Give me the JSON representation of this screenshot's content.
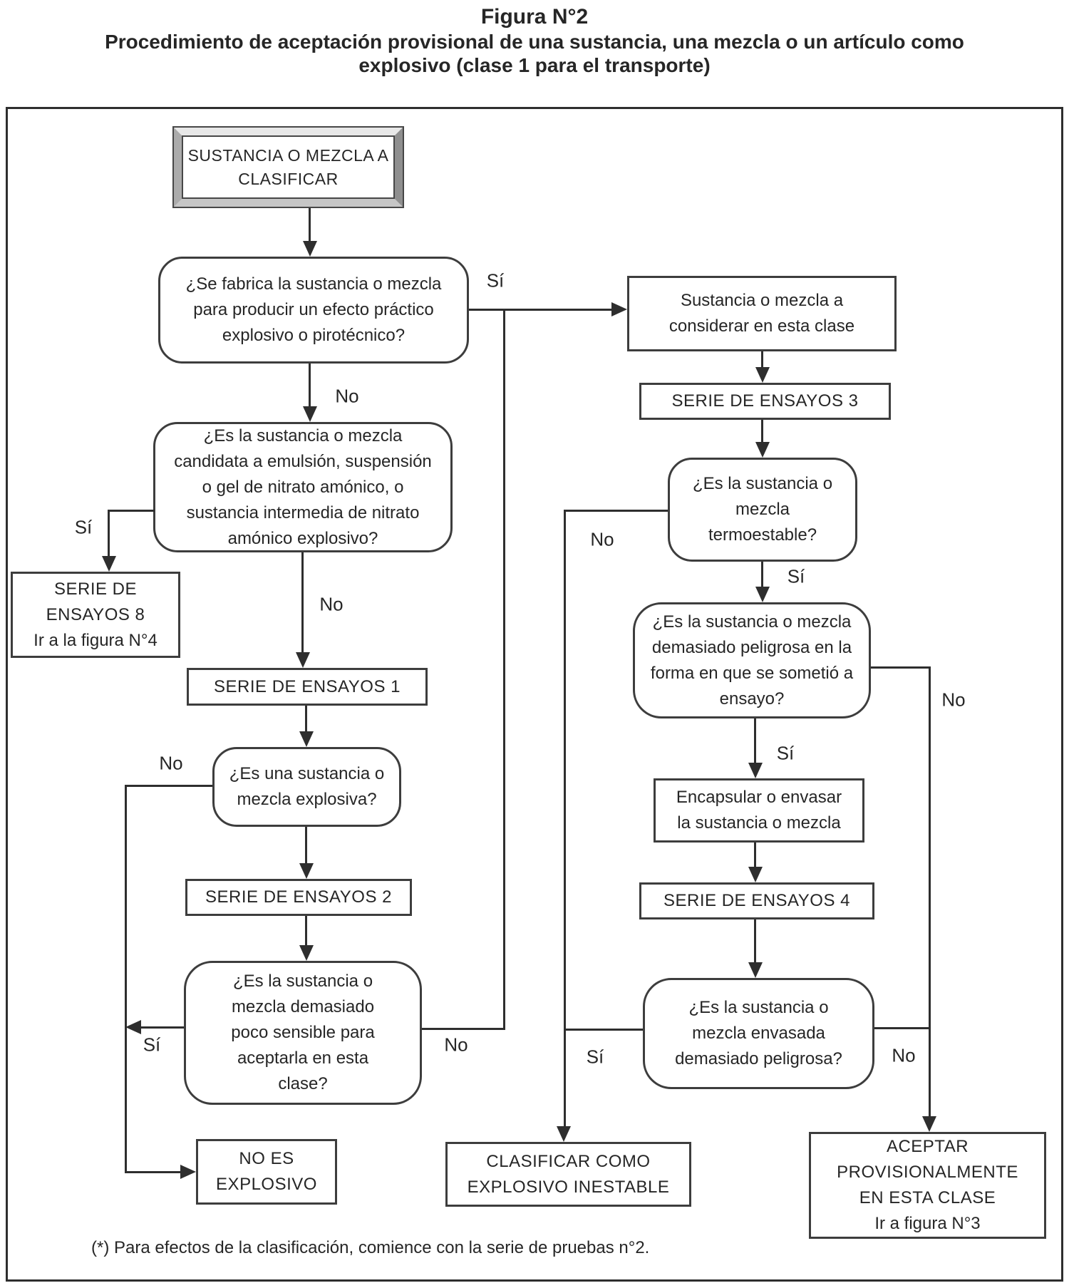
{
  "title": {
    "figure": "Figura N°2",
    "subtitle_line1": "Procedimiento de aceptación provisional de una sustancia, una mezcla o un artículo como",
    "subtitle_line2": "explosivo (clase 1 para el transporte)"
  },
  "labels": {
    "yes": "Sí",
    "no": "No"
  },
  "nodes": {
    "start": {
      "type": "terminator",
      "label": "SUSTANCIA O MEZCLA A CLASIFICAR"
    },
    "d1": {
      "type": "decision",
      "label": "¿Se fabrica la sustancia o mezcla para producir un efecto práctico explosivo o pirotécnico?"
    },
    "d2": {
      "type": "decision",
      "label": "¿Es la sustancia o mezcla candidata a emulsión, suspensión o gel de nitrato amónico, o sustancia intermedia de nitrato amónico explosivo?"
    },
    "serie8": {
      "type": "process",
      "label": "SERIE DE ENSAYOS 8",
      "sublabel": "Ir a la figura N°4"
    },
    "serie1": {
      "type": "process",
      "label": "SERIE DE ENSAYOS 1"
    },
    "d3": {
      "type": "decision",
      "label": "¿Es una sustancia o mezcla explosiva?"
    },
    "serie2": {
      "type": "process",
      "label": "SERIE DE ENSAYOS 2"
    },
    "d4": {
      "type": "decision",
      "label": "¿Es la sustancia o mezcla demasiado poco sensible para aceptarla en esta clase?"
    },
    "no_explosivo": {
      "type": "process",
      "label": "NO ES EXPLOSIVO"
    },
    "considerar": {
      "type": "process",
      "label": "Sustancia o mezcla a considerar en esta clase"
    },
    "serie3": {
      "type": "process",
      "label": "SERIE DE ENSAYOS 3"
    },
    "d5": {
      "type": "decision",
      "label": "¿Es la sustancia o mezcla termoestable?"
    },
    "d6": {
      "type": "decision",
      "label": "¿Es la sustancia o mezcla demasiado peligrosa en la forma en que se sometió a ensayo?"
    },
    "encapsular": {
      "type": "process",
      "label": "Encapsular o envasar la sustancia o mezcla"
    },
    "serie4": {
      "type": "process",
      "label": "SERIE DE ENSAYOS 4"
    },
    "d7": {
      "type": "decision",
      "label": "¿Es la sustancia o mezcla envasada demasiado peligrosa?"
    },
    "clasificar_inestable": {
      "type": "process",
      "label": "CLASIFICAR COMO EXPLOSIVO INESTABLE"
    },
    "aceptar": {
      "type": "process",
      "label": "ACEPTAR PROVISIONALMENTE EN ESTA CLASE",
      "sublabel": "Ir a figura N°3"
    }
  },
  "edges": [
    {
      "from": "start",
      "to": "d1",
      "answer": ""
    },
    {
      "from": "d1",
      "to": "considerar",
      "answer": "Sí"
    },
    {
      "from": "d1",
      "to": "d2",
      "answer": "No"
    },
    {
      "from": "d2",
      "to": "serie8",
      "answer": "Sí"
    },
    {
      "from": "d2",
      "to": "serie1",
      "answer": "No"
    },
    {
      "from": "serie1",
      "to": "d3",
      "answer": ""
    },
    {
      "from": "d3",
      "to": "no_explosivo",
      "answer": "No"
    },
    {
      "from": "d3",
      "to": "serie2",
      "answer": ""
    },
    {
      "from": "serie2",
      "to": "d4",
      "answer": ""
    },
    {
      "from": "d4",
      "to": "no_explosivo",
      "answer": "Sí"
    },
    {
      "from": "d4",
      "to": "considerar",
      "answer": "No"
    },
    {
      "from": "considerar",
      "to": "serie3",
      "answer": ""
    },
    {
      "from": "serie3",
      "to": "d5",
      "answer": ""
    },
    {
      "from": "d5",
      "to": "d6",
      "answer": "Sí"
    },
    {
      "from": "d5",
      "to": "clasificar_inestable",
      "answer": "No"
    },
    {
      "from": "d6",
      "to": "encapsular",
      "answer": "Sí"
    },
    {
      "from": "d6",
      "to": "aceptar",
      "answer": "No"
    },
    {
      "from": "encapsular",
      "to": "serie4",
      "answer": ""
    },
    {
      "from": "serie4",
      "to": "d7",
      "answer": ""
    },
    {
      "from": "d7",
      "to": "clasificar_inestable",
      "answer": "Sí"
    },
    {
      "from": "d7",
      "to": "aceptar",
      "answer": "No"
    }
  ],
  "footnote": "(*) Para efectos de la clasificación, comience con la serie de pruebas n°2.",
  "colors": {
    "ink": "#2e2e2e",
    "background": "#ffffff",
    "bevel_light": "#e8e8e8",
    "bevel_dark": "#8f8f8f"
  }
}
